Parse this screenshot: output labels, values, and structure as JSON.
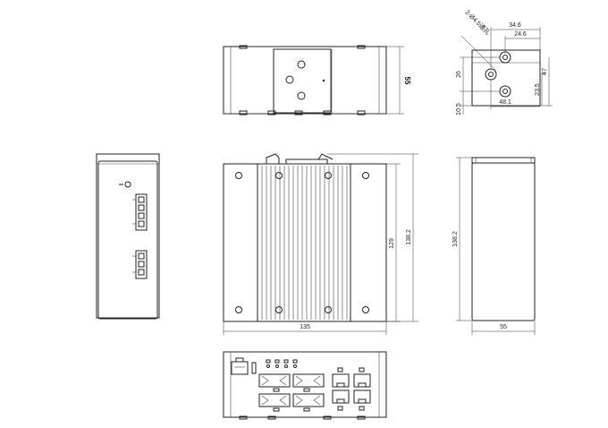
{
  "dimensions": {
    "top_height": "55",
    "width_135": "135",
    "height_129": "129",
    "height_138_front": "138.2",
    "height_138_side": "138.2",
    "depth_55": "55",
    "mount_34_6": "34.6",
    "mount_24_6": "24.6",
    "mount_26": "26",
    "mount_47": "47",
    "mount_23_5": "23.5",
    "mount_48": "48.1",
    "mount_10_5": "10.5",
    "mount_hole_note": "2-Ø4.5通孔"
  }
}
